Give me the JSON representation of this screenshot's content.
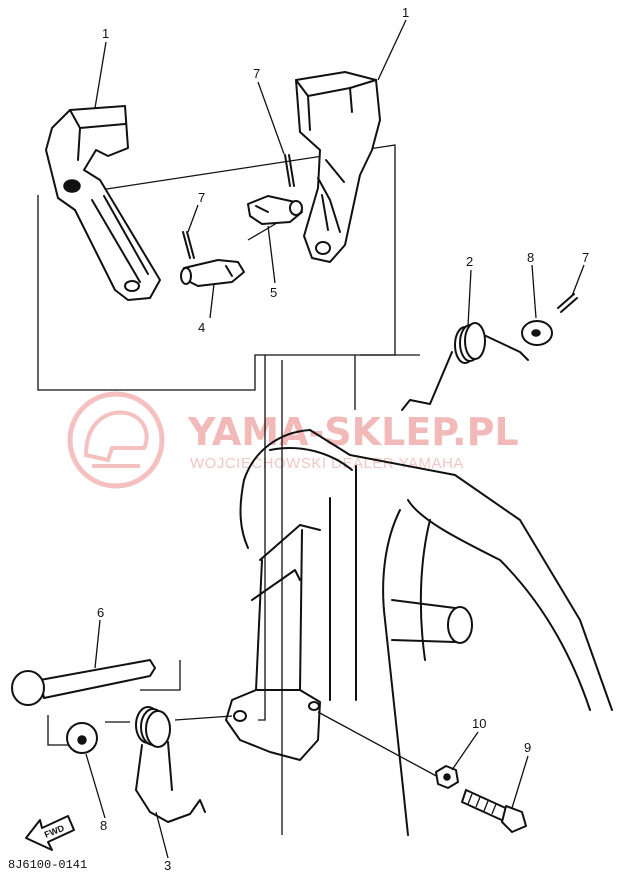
{
  "diagram": {
    "callouts": [
      {
        "id": "c1a",
        "text": "1"
      },
      {
        "id": "c1b",
        "text": "1"
      },
      {
        "id": "c7a",
        "text": "7"
      },
      {
        "id": "c7b",
        "text": "7"
      },
      {
        "id": "c7c",
        "text": "7"
      },
      {
        "id": "c4",
        "text": "4"
      },
      {
        "id": "c5",
        "text": "5"
      },
      {
        "id": "c2",
        "text": "2"
      },
      {
        "id": "c8a",
        "text": "8"
      },
      {
        "id": "c6",
        "text": "6"
      },
      {
        "id": "c8b",
        "text": "8"
      },
      {
        "id": "c3",
        "text": "3"
      },
      {
        "id": "c10",
        "text": "10"
      },
      {
        "id": "c9",
        "text": "9"
      }
    ],
    "part_code": "8J6100-0141",
    "forward_label": "FWD"
  },
  "watermark": {
    "brand": "YAMA-SKLEP.PL",
    "tagline": "WOJCIECHOWSKI DEALER YAMAHA"
  }
}
